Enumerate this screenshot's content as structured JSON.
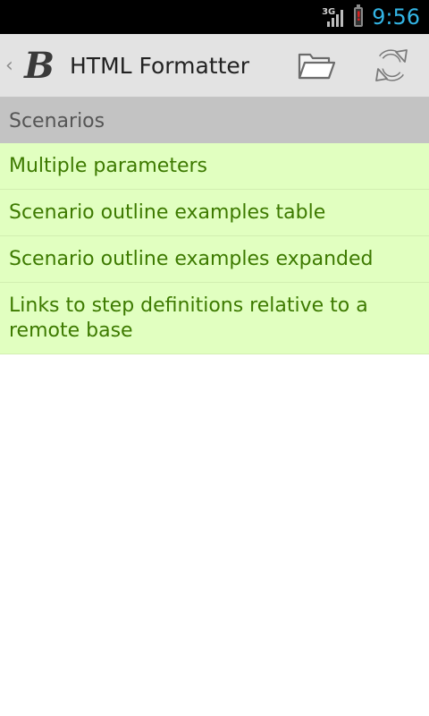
{
  "status_bar": {
    "network_type": "3G",
    "battery_alert": "!",
    "time": "9:56"
  },
  "action_bar": {
    "up_icon": "chevron-left-icon",
    "app_icon": "cucumber-b-logo",
    "app_logo_letter": "B",
    "title": "HTML Formatter",
    "actions": [
      {
        "icon": "folder-icon"
      },
      {
        "icon": "refresh-icon"
      }
    ]
  },
  "section": {
    "header": "Scenarios"
  },
  "scenarios": [
    {
      "label": "Multiple parameters"
    },
    {
      "label": "Scenario outline examples table"
    },
    {
      "label": "Scenario outline examples expanded"
    },
    {
      "label": "Links to step definitions relative to a remote base"
    }
  ],
  "colors": {
    "status_bar_bg": "#000000",
    "clock": "#33b5e5",
    "action_bar_bg": "#e3e3e3",
    "section_header_bg": "#c3c3c3",
    "list_item_bg": "#e1ffc0",
    "list_item_text": "#3d7a00"
  }
}
